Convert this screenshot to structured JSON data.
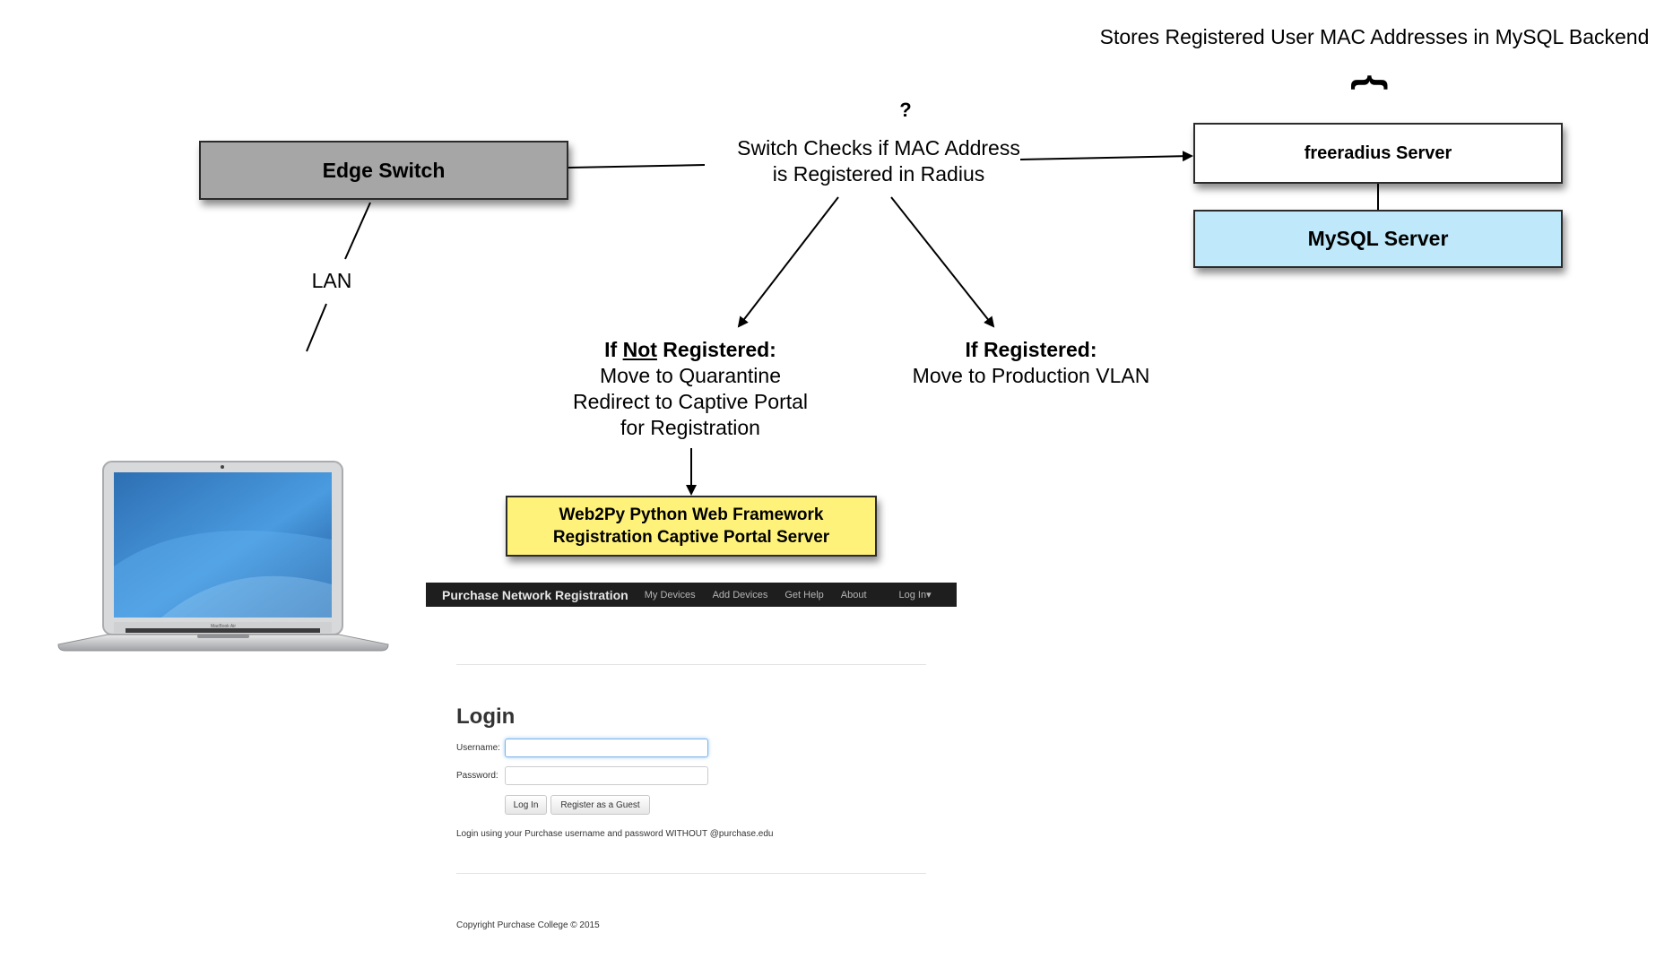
{
  "stores_label": "Stores Registered User MAC Addresses in MySQL Backend",
  "brace": "{",
  "question_mark": "?",
  "switch_check_label": {
    "line1": "Switch Checks if MAC Address",
    "line2": "is Registered in Radius"
  },
  "nodes": {
    "edge_switch": "Edge Switch",
    "freeradius": "freeradius Server",
    "mysql": "MySQL Server",
    "web2py": {
      "line1": "Web2Py Python Web Framework",
      "line2": "Registration Captive Portal Server"
    }
  },
  "lan_label": "LAN",
  "not_registered": {
    "prefix": "If ",
    "emph": "Not",
    "suffix": " Registered:",
    "line2": "Move to Quarantine",
    "line3": "Redirect to Captive Portal",
    "line4": "for Registration"
  },
  "registered": {
    "title": "If Registered:",
    "line2": "Move to Production VLAN"
  },
  "laptop": {
    "brand_text": "MacBook Air"
  },
  "portal": {
    "brand": "Purchase Network Registration",
    "nav": [
      "My Devices",
      "Add Devices",
      "Get Help",
      "About"
    ],
    "login_menu": "Log In▾",
    "login_title": "Login",
    "username_label": "Username:",
    "password_label": "Password:",
    "login_button": "Log In",
    "guest_button": "Register as a Guest",
    "hint": "Login using your Purchase username and password WITHOUT @purchase.edu",
    "copyright": "Copyright Purchase College © 2015"
  },
  "colors": {
    "edge_switch_fill": "#a6a6a6",
    "mysql_fill": "#bfe9fb",
    "web2py_fill": "#fff27a",
    "navbar_fill": "#1e1e1e"
  }
}
